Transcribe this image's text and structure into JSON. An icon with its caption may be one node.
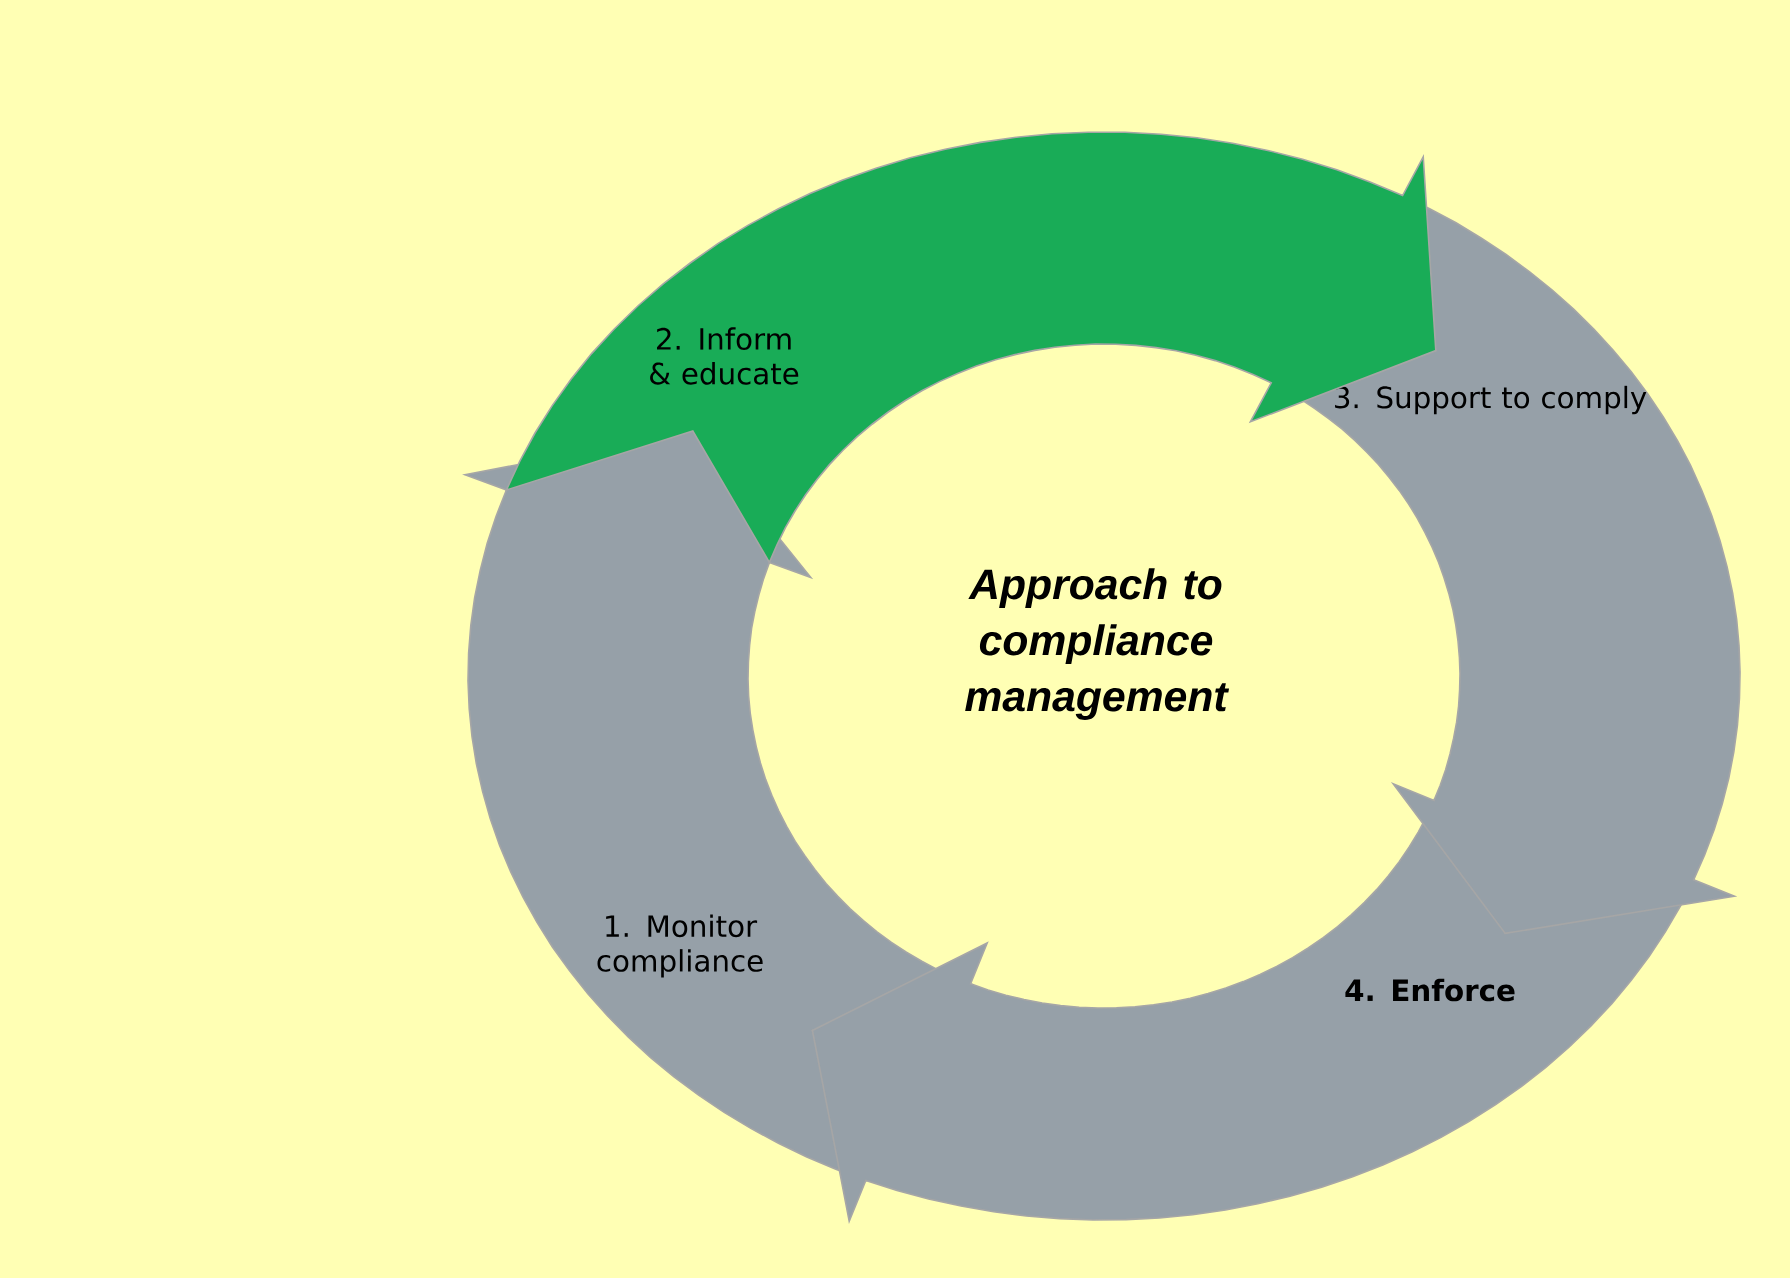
{
  "diagram": {
    "nodes": [
      {
        "text": [
          "1. Monitor compliance"
        ]
      },
      {
        "text": [
          "2. Inform & educate"
        ]
      },
      {
        "text": [
          "3. Support to comply"
        ]
      },
      {
        "text": [
          "4. Enforce"
        ]
      }
    ],
    "labels": [
      "Approach to compliance management"
    ]
  }
}
